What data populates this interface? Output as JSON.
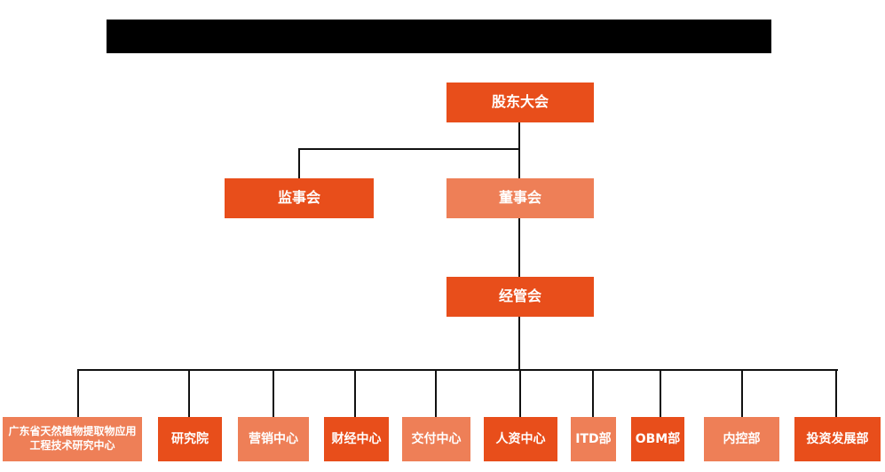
{
  "org_chart": {
    "colors": {
      "primary": "#E84E1B",
      "secondary": "#EE7F57",
      "line": "#111111",
      "text": "#FFFFFF",
      "title_bar_bg": "#000000",
      "background": "#FFFFFF"
    },
    "levels": {
      "root": {
        "label": "股东大会"
      },
      "supervisory": {
        "label": "监事会"
      },
      "board": {
        "label": "董事会"
      },
      "management": {
        "label": "经管会"
      }
    },
    "departments": [
      {
        "label": "广东省天然植物提取物应用工程技术研究中心"
      },
      {
        "label": "研究院"
      },
      {
        "label": "营销中心"
      },
      {
        "label": "财经中心"
      },
      {
        "label": "交付中心"
      },
      {
        "label": "人资中心"
      },
      {
        "label": "ITD部"
      },
      {
        "label": "OBM部"
      },
      {
        "label": "内控部"
      },
      {
        "label": "投资发展部"
      }
    ]
  }
}
